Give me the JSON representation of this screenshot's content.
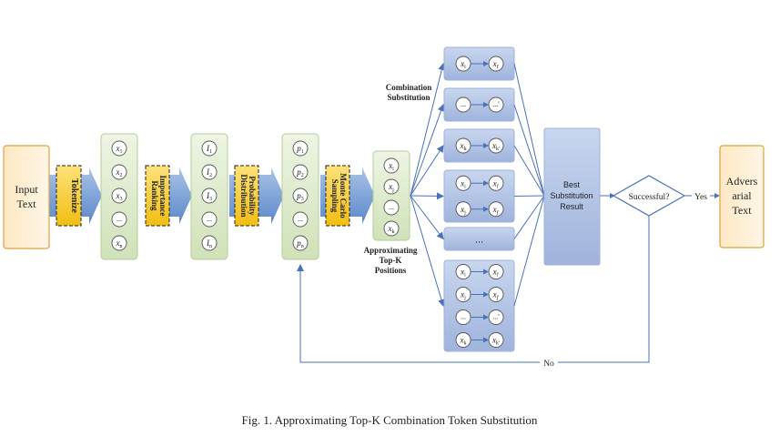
{
  "input_box": {
    "line1": "Input",
    "line2": "Text"
  },
  "output_box": {
    "line1": "Advers",
    "line2": "arial",
    "line3": "Text"
  },
  "stages": {
    "tokenize": "Tokenize",
    "importance_ranking": {
      "line1": "Importance",
      "line2": "Ranking"
    },
    "probability_distribution": {
      "line1": "Probability",
      "line2": "Distribution"
    },
    "monte_carlo": {
      "line1": "Monte Carlo",
      "line2": "Sampling"
    }
  },
  "columns": {
    "tokens": [
      "x1",
      "x2",
      "x3",
      "...",
      "xn"
    ],
    "importance": [
      "I1",
      "I2",
      "I3",
      "...",
      "In"
    ],
    "probabilities": [
      "p1",
      "p2",
      "p3",
      "...",
      "pn"
    ],
    "topk": [
      "xi",
      "xj",
      "...",
      "xk"
    ]
  },
  "labels": {
    "combination_substitution": {
      "line1": "Combination",
      "line2": "Substitution"
    },
    "approximating_topk": {
      "line1": "Approximating",
      "line2": "Top-K",
      "line3": "Positions"
    },
    "best_substitution": {
      "line1": "Best",
      "line2": "Substitution",
      "line3": "Result"
    },
    "successful": "Successful?",
    "yes": "Yes",
    "no": "No",
    "ellipsis_box": "...",
    "caption": "Fig. 1.  Approximating Top-K Combination Token Substitution"
  },
  "combos": [
    [
      [
        "xi",
        "xi'"
      ]
    ],
    [
      [
        "...",
        "...'"
      ]
    ],
    [
      [
        "xk",
        "xk'"
      ]
    ],
    [
      [
        "xi",
        "xi'"
      ],
      [
        "xj",
        "xj'"
      ]
    ],
    [],
    [
      [
        "xi",
        "xi'"
      ],
      [
        "xj",
        "xj'"
      ],
      [
        "...",
        "...'"
      ],
      [
        "xk",
        "xk'"
      ]
    ]
  ],
  "colors": {
    "arrow_blue": "#4a72b8",
    "stage_yellow": "#f5c518",
    "green_box": "#dfeccf",
    "blue_box": "#b3c3e3",
    "input_border": "#e0a040",
    "line": "#4a72b8"
  }
}
